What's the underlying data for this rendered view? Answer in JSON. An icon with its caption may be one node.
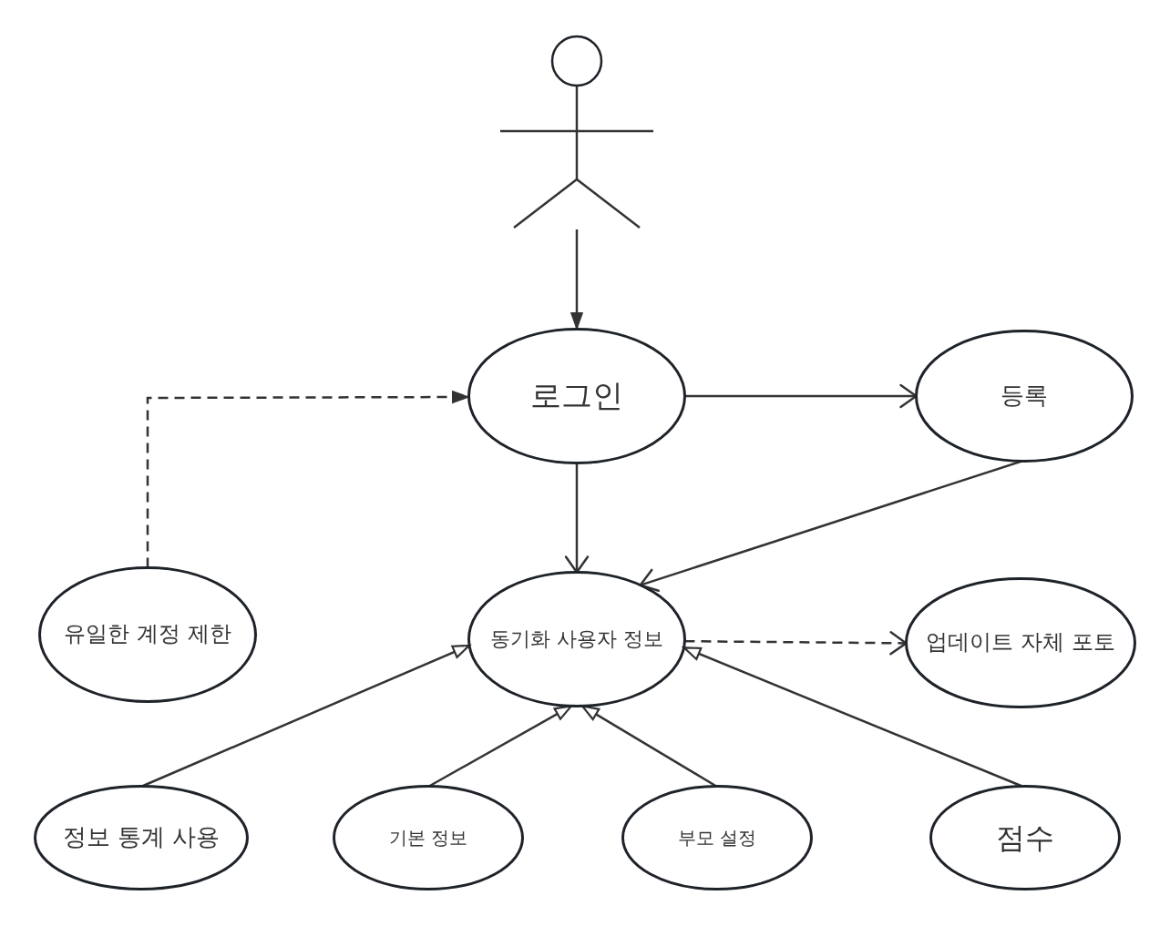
{
  "diagram": {
    "nodes": [
      {
        "text": [],
        "shape": "person"
      },
      {
        "text": [
          "로그인"
        ]
      },
      {
        "text": [
          "등록"
        ]
      },
      {
        "text": [
          "유일한 계정 제한"
        ]
      },
      {
        "text": [
          "동기화 사용자 정보"
        ]
      },
      {
        "text": [
          "업데이트 자체 포토"
        ]
      },
      {
        "text": [
          "정보 통계 사용"
        ]
      },
      {
        "text": [
          "기본 정보"
        ]
      },
      {
        "text": [
          "부모 설정"
        ]
      },
      {
        "text": [
          "점수"
        ]
      }
    ],
    "edges": [
      {
        "from": 0,
        "to": 1,
        "arrow": "to"
      },
      {
        "from": 3,
        "to": 1,
        "arrow": "to",
        "style": "dashed"
      },
      {
        "from": 1,
        "to": 2,
        "arrow": "to"
      },
      {
        "from": 1,
        "to": 4,
        "arrow": "to"
      },
      {
        "from": 2,
        "to": 4,
        "arrow": "to"
      },
      {
        "from": 4,
        "to": 5,
        "arrow": "to",
        "style": "dashed"
      },
      {
        "from": 6,
        "to": 4,
        "arrow": "to"
      },
      {
        "from": 7,
        "to": 4,
        "arrow": "to"
      },
      {
        "from": 8,
        "to": 4,
        "arrow": "to"
      },
      {
        "from": 9,
        "to": 4,
        "arrow": "to"
      }
    ]
  }
}
